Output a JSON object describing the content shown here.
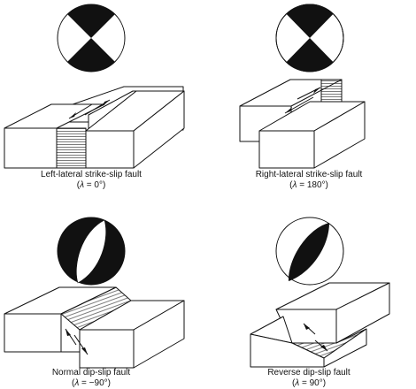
{
  "colors": {
    "ink": "#111111",
    "paper": "#ffffff"
  },
  "panels": [
    {
      "title": "Left-lateral strike-slip fault",
      "rake_symbol": "λ",
      "rake_value": " = 0°)"
    },
    {
      "title": "Right-lateral strike-slip fault",
      "rake_symbol": "λ",
      "rake_value": " = 180°)"
    },
    {
      "title": "Normal dip-slip fault",
      "rake_symbol": "λ",
      "rake_value": " = −90°)"
    },
    {
      "title": "Reverse dip-slip fault",
      "rake_symbol": "λ",
      "rake_value": " = 90°)"
    }
  ]
}
